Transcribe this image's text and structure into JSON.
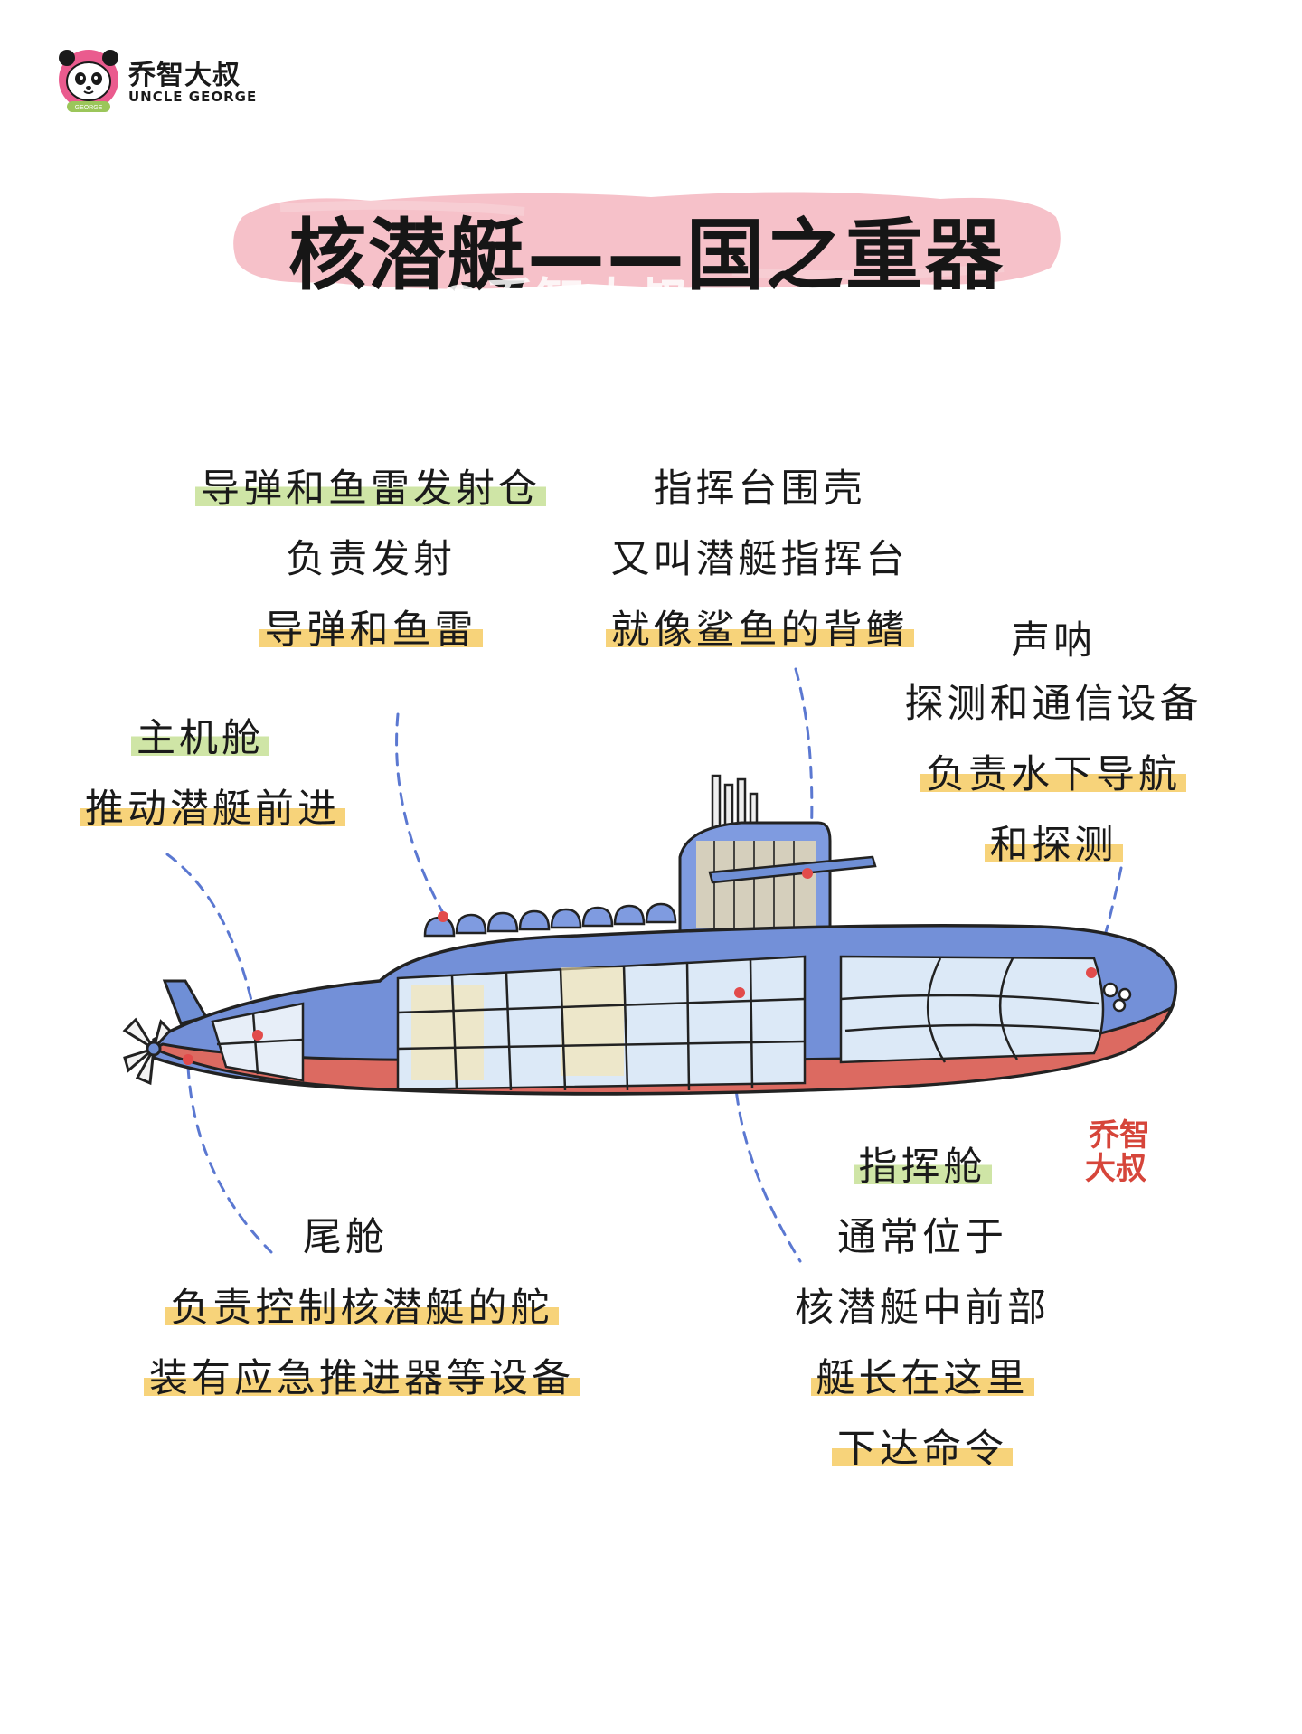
{
  "logo": {
    "text_cn": "乔智大叔",
    "text_en": "UNCLE GEORGE",
    "badge": "GEORGE"
  },
  "title": "核潜艇——国之重器",
  "watermark": "@乔智大叔",
  "seal": {
    "line1": "乔智",
    "line2": "大叔"
  },
  "annotations": {
    "launcher": {
      "title": "导弹和鱼雷发射仓",
      "lines": [
        "负责发射",
        "导弹和鱼雷"
      ]
    },
    "sail": {
      "title": "指挥台围壳",
      "lines": [
        "又叫潜艇指挥台",
        "就像鲨鱼的背鳍"
      ]
    },
    "sonar": {
      "title": "声呐",
      "lines": [
        "探测和通信设备",
        "负责水下导航",
        "和探测"
      ]
    },
    "engine": {
      "title": "主机舱",
      "lines": [
        "推动潜艇前进"
      ]
    },
    "stern": {
      "title": "尾舱",
      "lines": [
        "负责控制核潜艇的舵",
        "装有应急推进器等设备"
      ]
    },
    "command": {
      "title": "指挥舱",
      "lines": [
        "通常位于",
        "核潜艇中前部",
        "艇长在这里",
        "下达命令"
      ]
    }
  },
  "colors": {
    "hull_blue": "#6f8fd6",
    "hull_red": "#dc6a61",
    "window_blue": "#d6e6f6",
    "window_yellow": "#f9e6ac",
    "dash_blue": "#5b78d1",
    "pointer_red": "#e24b4b",
    "title_pink": "#f4b6c0",
    "highlight_yellow": "#f7d37a",
    "highlight_green": "#cfe5a6"
  }
}
